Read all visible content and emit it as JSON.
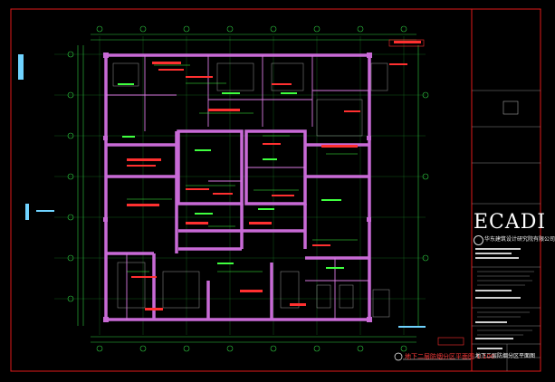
{
  "logo": {
    "text": "ECADI"
  },
  "title_block": {
    "org_name": "华东建筑设计研究院有限公司",
    "drawing_title_cn": "地下二层防烟分区平面图",
    "sheet_no": ""
  },
  "drawing": {
    "scale_label": "地下二层防烟分区平面图 1:100"
  },
  "colors": {
    "background": "#000000",
    "wall": "#c86ad6",
    "grid": "#2ecc40",
    "annotation": "#ff3030",
    "frame": "#e01a1a",
    "dim": "#6fd3ff"
  },
  "icons": [
    "grid-bubble-icon",
    "ecadi-logo-mark-icon",
    "section-marker-icon"
  ]
}
